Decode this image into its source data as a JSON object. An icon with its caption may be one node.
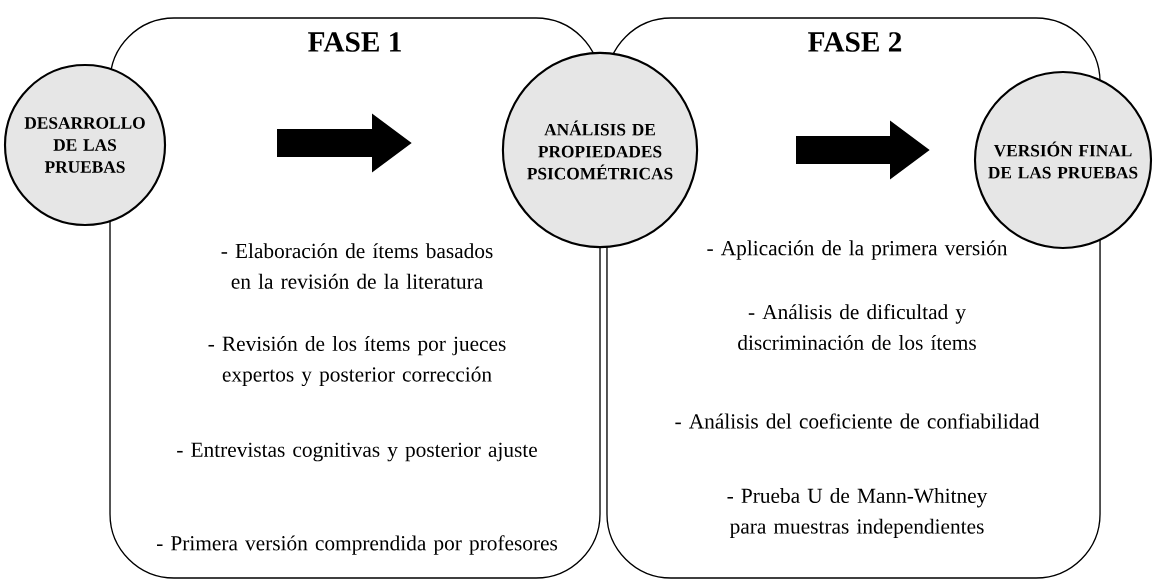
{
  "diagram": {
    "nodes": [
      {
        "text": [
          "DESARROLLO DE LAS PRUEBAS"
        ]
      },
      {
        "text": [
          "FASE 1",
          "- Elaboración de ítems basados en la revisión de la literatura",
          "- Revisión de los ítems por jueces expertos y posterior corrección",
          "- Entrevistas cognitivas y posterior ajuste",
          "- Primera versión comprendida por profesores"
        ]
      },
      {
        "text": [
          "ANÁLISIS DE PROPIEDADES PSICOMÉTRICAS"
        ]
      },
      {
        "text": [
          "FASE 2",
          "- Aplicación de la primera versión",
          "- Análisis de dificultad y discriminación de los ítems",
          "- Análisis del coeficiente de confiabilidad",
          "- Prueba U de Mann-Whitney para muestras independientes"
        ]
      },
      {
        "text": [
          "VERSIÓN FINAL DE LAS PRUEBAS"
        ]
      }
    ]
  }
}
